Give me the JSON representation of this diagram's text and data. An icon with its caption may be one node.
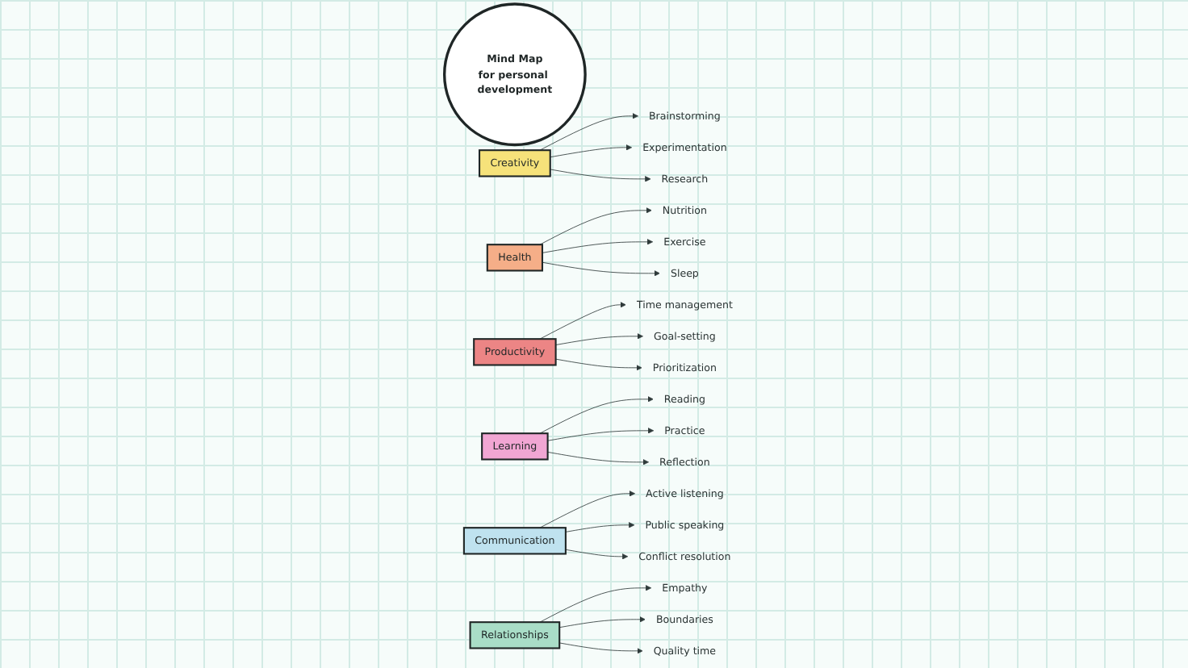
{
  "diagram": {
    "nodes": [
      {
        "text": [
          "Mind Map",
          "for personal development"
        ]
      },
      {
        "text": [
          "Creativity"
        ]
      },
      {
        "text": [
          "Brainstorming"
        ]
      },
      {
        "text": [
          "Experimentation"
        ]
      },
      {
        "text": [
          "Research"
        ]
      },
      {
        "text": [
          "Health"
        ]
      },
      {
        "text": [
          "Nutrition"
        ]
      },
      {
        "text": [
          "Exercise"
        ]
      },
      {
        "text": [
          "Sleep"
        ]
      },
      {
        "text": [
          "Productivity"
        ]
      },
      {
        "text": [
          "Time management"
        ]
      },
      {
        "text": [
          "Goal-setting"
        ]
      },
      {
        "text": [
          "Prioritization"
        ]
      },
      {
        "text": [
          "Learning"
        ]
      },
      {
        "text": [
          "Reading"
        ]
      },
      {
        "text": [
          "Practice"
        ]
      },
      {
        "text": [
          "Reflection"
        ]
      },
      {
        "text": [
          "Communication"
        ]
      },
      {
        "text": [
          "Active listening"
        ]
      },
      {
        "text": [
          "Public speaking"
        ]
      },
      {
        "text": [
          "Conflict resolution"
        ]
      },
      {
        "text": [
          "Relationships"
        ]
      },
      {
        "text": [
          "Empathy"
        ]
      },
      {
        "text": [
          "Boundaries"
        ]
      },
      {
        "text": [
          "Quality time"
        ]
      }
    ],
    "edges": [
      {
        "from": 1,
        "to": 2,
        "arrow": "to"
      },
      {
        "from": 1,
        "to": 3,
        "arrow": "to"
      },
      {
        "from": 1,
        "to": 4,
        "arrow": "to"
      },
      {
        "from": 5,
        "to": 6,
        "arrow": "to"
      },
      {
        "from": 5,
        "to": 7,
        "arrow": "to"
      },
      {
        "from": 5,
        "to": 8,
        "arrow": "to"
      },
      {
        "from": 9,
        "to": 10,
        "arrow": "to"
      },
      {
        "from": 9,
        "to": 11,
        "arrow": "to"
      },
      {
        "from": 9,
        "to": 12,
        "arrow": "to"
      },
      {
        "from": 13,
        "to": 14,
        "arrow": "to"
      },
      {
        "from": 13,
        "to": 15,
        "arrow": "to"
      },
      {
        "from": 13,
        "to": 16,
        "arrow": "to"
      },
      {
        "from": 17,
        "to": 18,
        "arrow": "to"
      },
      {
        "from": 17,
        "to": 19,
        "arrow": "to"
      },
      {
        "from": 17,
        "to": 20,
        "arrow": "to"
      },
      {
        "from": 21,
        "to": 22,
        "arrow": "to"
      },
      {
        "from": 21,
        "to": 23,
        "arrow": "to"
      },
      {
        "from": 21,
        "to": 24,
        "arrow": "to"
      }
    ]
  }
}
